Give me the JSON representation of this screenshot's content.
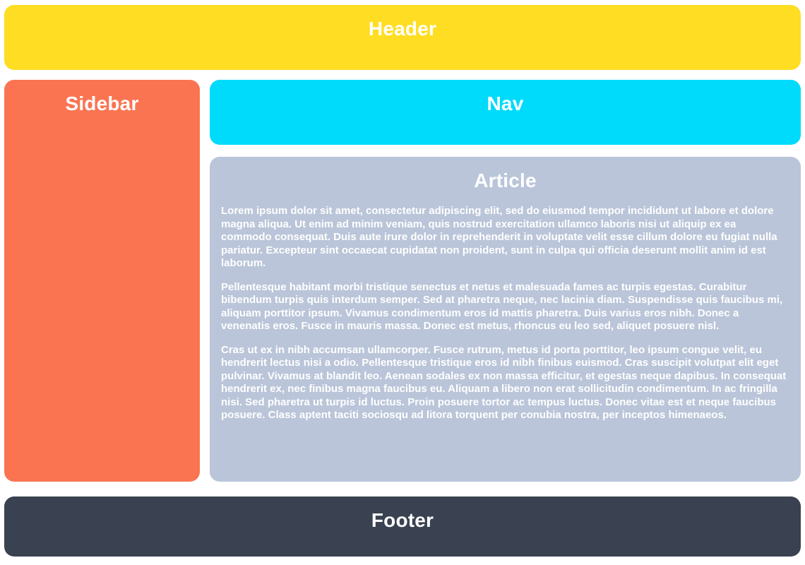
{
  "header": {
    "title": "Header"
  },
  "sidebar": {
    "title": "Sidebar"
  },
  "nav": {
    "title": "Nav"
  },
  "article": {
    "title": "Article",
    "paragraphs": [
      "Lorem ipsum dolor sit amet, consectetur adipiscing elit, sed do eiusmod tempor incididunt ut labore et dolore magna aliqua. Ut enim ad minim veniam, quis nostrud exercitation ullamco laboris nisi ut aliquip ex ea commodo consequat. Duis aute irure dolor in reprehenderit in voluptate velit esse cillum dolore eu fugiat nulla pariatur. Excepteur sint occaecat cupidatat non proident, sunt in culpa qui officia deserunt mollit anim id est laborum.",
      "Pellentesque habitant morbi tristique senectus et netus et malesuada fames ac turpis egestas. Curabitur bibendum turpis quis interdum semper. Sed at pharetra neque, nec lacinia diam. Suspendisse quis faucibus mi, aliquam porttitor ipsum. Vivamus condimentum eros id mattis pharetra. Duis varius eros nibh. Donec a venenatis eros. Fusce in mauris massa. Donec est metus, rhoncus eu leo sed, aliquet posuere nisl.",
      "Cras ut ex in nibh accumsan ullamcorper. Fusce rutrum, metus id porta porttitor, leo ipsum congue velit, eu hendrerit lectus nisi a odio. Pellentesque tristique eros id nibh finibus euismod. Cras suscipit volutpat elit eget pulvinar. Vivamus at blandit leo. Aenean sodales ex non massa efficitur, et egestas neque dapibus. In consequat hendrerit ex, nec finibus magna faucibus eu. Aliquam a libero non erat sollicitudin condimentum. In ac fringilla nisi. Sed pharetra ut turpis id luctus. Proin posuere tortor ac tempus luctus. Donec vitae est et neque faucibus posuere. Class aptent taciti sociosqu ad litora torquent per conubia nostra, per inceptos himenaeos."
    ]
  },
  "footer": {
    "title": "Footer"
  },
  "colors": {
    "header": "#FFDD22",
    "sidebar": "#FA7452",
    "nav": "#00DBFB",
    "article": "#BAC5D9",
    "footer": "#3A4150",
    "text": "#FFFFFF",
    "page_background": "#FFFFFF"
  }
}
